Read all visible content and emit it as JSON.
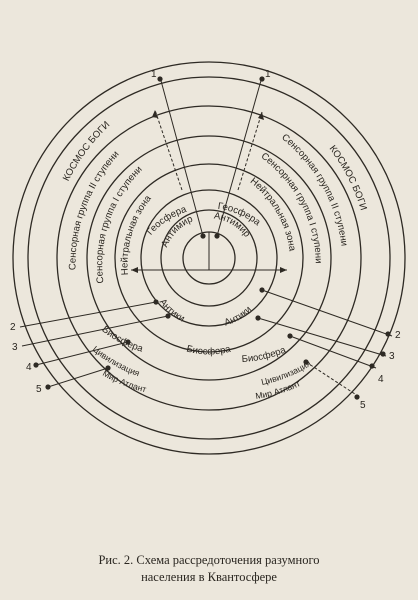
{
  "diagram": {
    "labels": {
      "cosmos": "КОСМОС БОГИ",
      "sensor2": "Сенсорная группа II ступени",
      "sensor1": "Сенсорная группа I ступени",
      "neutral": "Нейтральная зона",
      "antimir": "Антимир",
      "geosfera": "Геосфера",
      "antiki": "Антики",
      "biosfera": "Биосфера",
      "civilization": "Цивилизация",
      "mir_atlantov": "Мир Атлант"
    },
    "numbers": {
      "n1": "1",
      "n2": "2",
      "n3": "3",
      "n4": "4",
      "n5": "5"
    }
  },
  "caption": {
    "line1": "Рис. 2. Схема рассредоточения разумного",
    "line2": "населения в Квантосфере"
  }
}
